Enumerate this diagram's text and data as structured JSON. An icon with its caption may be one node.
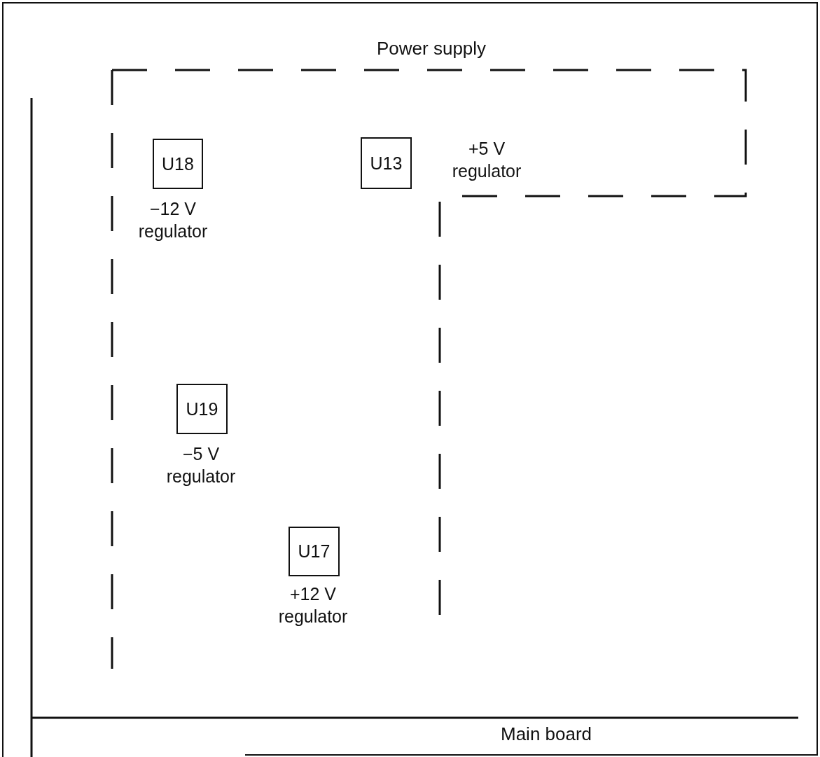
{
  "diagram": {
    "nodes": [
      {
        "text": [
          "Main board"
        ]
      },
      {
        "text": [
          "Power supply"
        ]
      },
      {
        "text": [
          "U18"
        ],
        "in": 1
      },
      {
        "text": [
          "U13"
        ],
        "in": 1
      },
      {
        "text": [
          "U19"
        ],
        "in": 1
      },
      {
        "text": [
          "U17"
        ],
        "in": 1
      }
    ],
    "labels": [
      "+5 V regulator",
      "−12 V regulator",
      "−5 V regulator",
      "+12 V regulator"
    ]
  }
}
